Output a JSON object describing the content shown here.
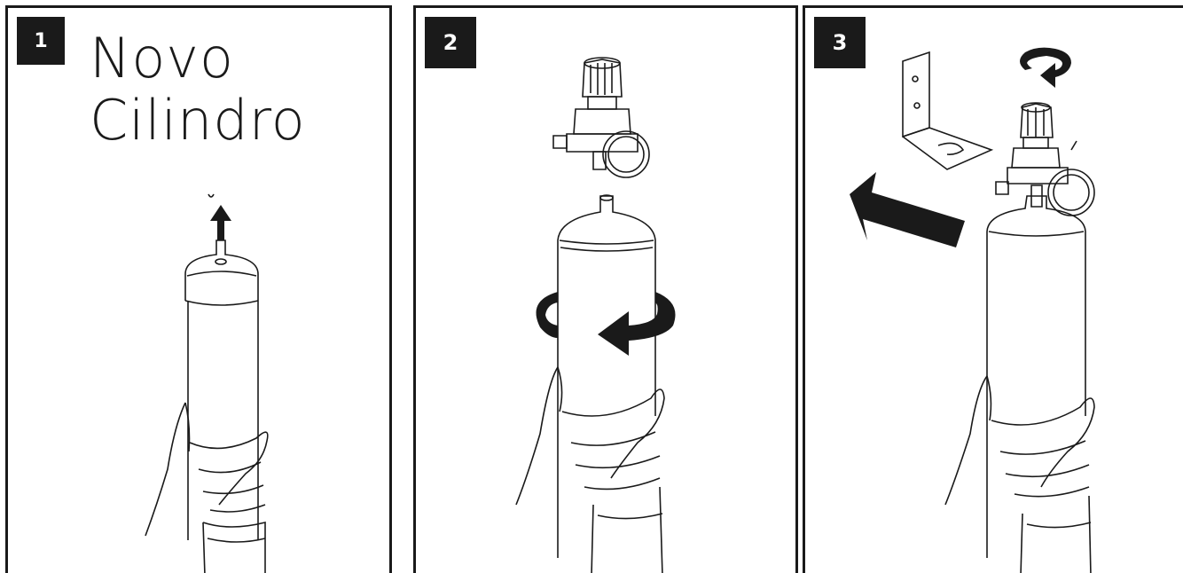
{
  "steps": [
    {
      "number": "1",
      "title_line1": "Novo",
      "title_line2": "Cilindro"
    },
    {
      "number": "2"
    },
    {
      "number": "3"
    }
  ],
  "colors": {
    "ink": "#1a1a1a",
    "background": "#ffffff"
  },
  "icons": [
    "up-arrow-icon",
    "rotate-arrow-icon",
    "regulator-illustration",
    "wall-bracket-illustration",
    "direction-arrow-icon",
    "rotate-cap-icon"
  ]
}
